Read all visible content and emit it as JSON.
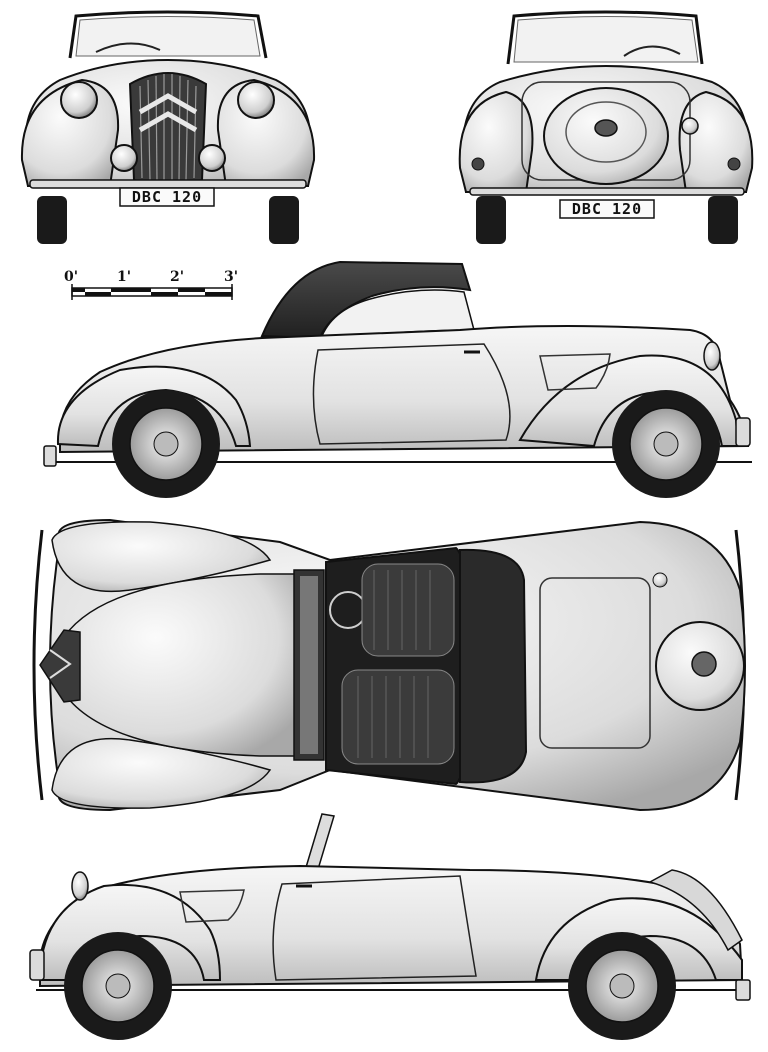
{
  "front_view": {
    "plate": "DBC 120"
  },
  "rear_view": {
    "plate": "DBC 120"
  },
  "scale_bar": {
    "labels": [
      "0'",
      "1'",
      "2'",
      "3'"
    ]
  },
  "colors": {
    "body": "#e6e6e6",
    "ink": "#111111",
    "tire": "#1a1a1a",
    "shadow": "#9a9a9a",
    "top": "#2e2e2e"
  }
}
